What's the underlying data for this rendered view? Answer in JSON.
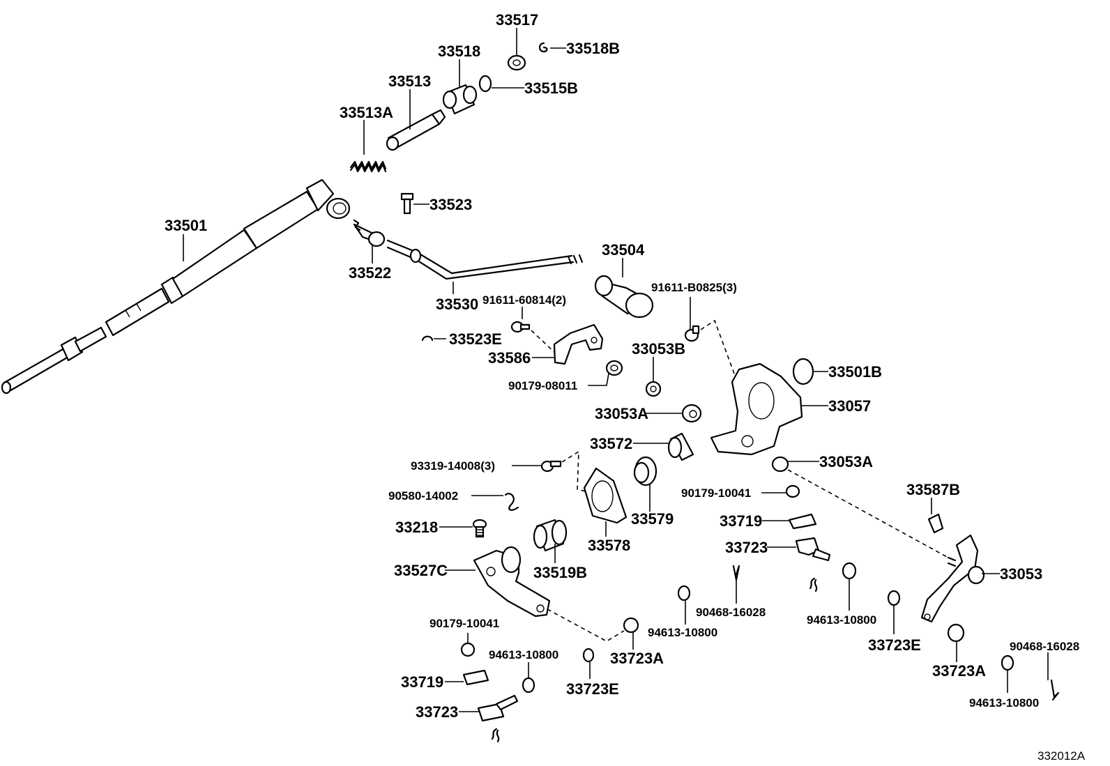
{
  "diagram_number": "332012A",
  "parts": {
    "p33517": "33517",
    "p33518B": "33518B",
    "p33518": "33518",
    "p33515B": "33515B",
    "p33513": "33513",
    "p33513A": "33513A",
    "p33523": "33523",
    "p33501": "33501",
    "p33522": "33522",
    "p33504": "33504",
    "p33530": "33530",
    "p91611_60814": "91611-60814(2)",
    "p91611_B0825": "91611-B0825(3)",
    "p33523E": "33523E",
    "p33586": "33586",
    "p33053B": "33053B",
    "p33501B": "33501B",
    "p90179_08011": "90179-08011",
    "p33057": "33057",
    "p33053A_a": "33053A",
    "p33572": "33572",
    "p93319_14008": "93319-14008(3)",
    "p33053A_b": "33053A",
    "p90580_14002": "90580-14002",
    "p90179_10041_a": "90179-10041",
    "p33587B": "33587B",
    "p33579": "33579",
    "p33719_a": "33719",
    "p33218": "33218",
    "p33578": "33578",
    "p33723_a": "33723",
    "p33527C": "33527C",
    "p33519B": "33519B",
    "p33053": "33053",
    "p90468_16028_a": "90468-16028",
    "p94613_10800_a": "94613-10800",
    "p94613_10800_b": "94613-10800",
    "p90179_10041_b": "90179-10041",
    "p33723E_a": "33723E",
    "p94613_10800_c": "94613-10800",
    "p33723A_a": "33723A",
    "p90468_16028_b": "90468-16028",
    "p33719_b": "33719",
    "p33723E_b": "33723E",
    "p33723A_b": "33723A",
    "p94613_10800_d": "94613-10800",
    "p33723_b": "33723"
  }
}
